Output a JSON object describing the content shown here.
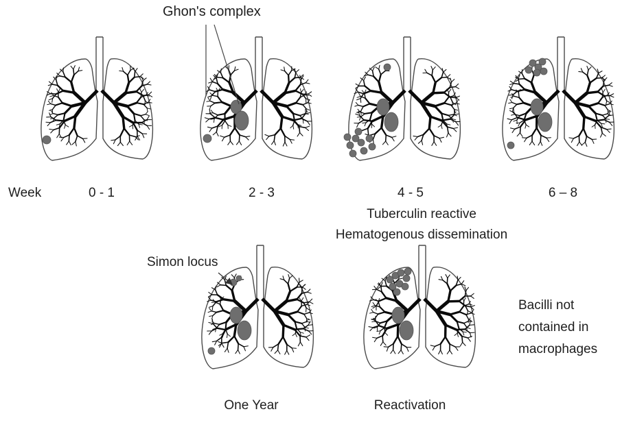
{
  "annotations": {
    "ghon": "Ghon's complex",
    "simon": "Simon locus"
  },
  "timeline": {
    "week_label": "Week",
    "stages": [
      "0 - 1",
      "2 - 3",
      "4 - 5",
      "6 – 8"
    ],
    "notes": [
      "Tuberculin reactive",
      "Hematogenous dissemination"
    ]
  },
  "late_stages": [
    "One Year",
    "Reactivation"
  ],
  "side_note": [
    "Bacilli not",
    "contained in",
    "macrophages"
  ],
  "colors": {
    "outline": "#4a4a4a",
    "bronchi": "#0a0a0a",
    "lesion": "#6e6e6e",
    "background": "#ffffff"
  }
}
